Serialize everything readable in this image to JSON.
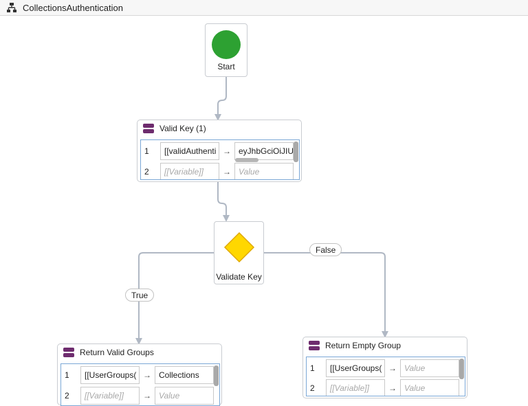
{
  "window": {
    "title": "CollectionsAuthentication",
    "title_icon": "workflow-icon"
  },
  "start": {
    "label": "Start",
    "color": "#2da132"
  },
  "valid_key": {
    "title": "Valid Key (1)",
    "rows": [
      {
        "num": "1",
        "variable": "[[validAuthenti",
        "arrow": "→",
        "value": "eyJhbGciOiJIU"
      },
      {
        "num": "2",
        "variable": "[[Variable]]",
        "arrow": "→",
        "value": "Value"
      }
    ]
  },
  "decision": {
    "label": "Validate Key",
    "color": "#ffd700"
  },
  "branches": {
    "true_label": "True",
    "false_label": "False"
  },
  "return_valid": {
    "title": "Return Valid Groups",
    "rows": [
      {
        "num": "1",
        "variable": "[[UserGroups(",
        "arrow": "→",
        "value": "Collections"
      },
      {
        "num": "2",
        "variable": "[[Variable]]",
        "arrow": "→",
        "value": "Value"
      }
    ]
  },
  "return_empty": {
    "title": "Return Empty Group",
    "rows": [
      {
        "num": "1",
        "variable": "[[UserGroups(",
        "arrow": "→",
        "value": "Value"
      },
      {
        "num": "2",
        "variable": "[[Variable]]",
        "arrow": "→",
        "value": "Value"
      }
    ]
  },
  "colors": {
    "assign_icon": "#6e2c6e",
    "connector": "#b0b8c4",
    "grid_border": "#7aa7d6"
  }
}
